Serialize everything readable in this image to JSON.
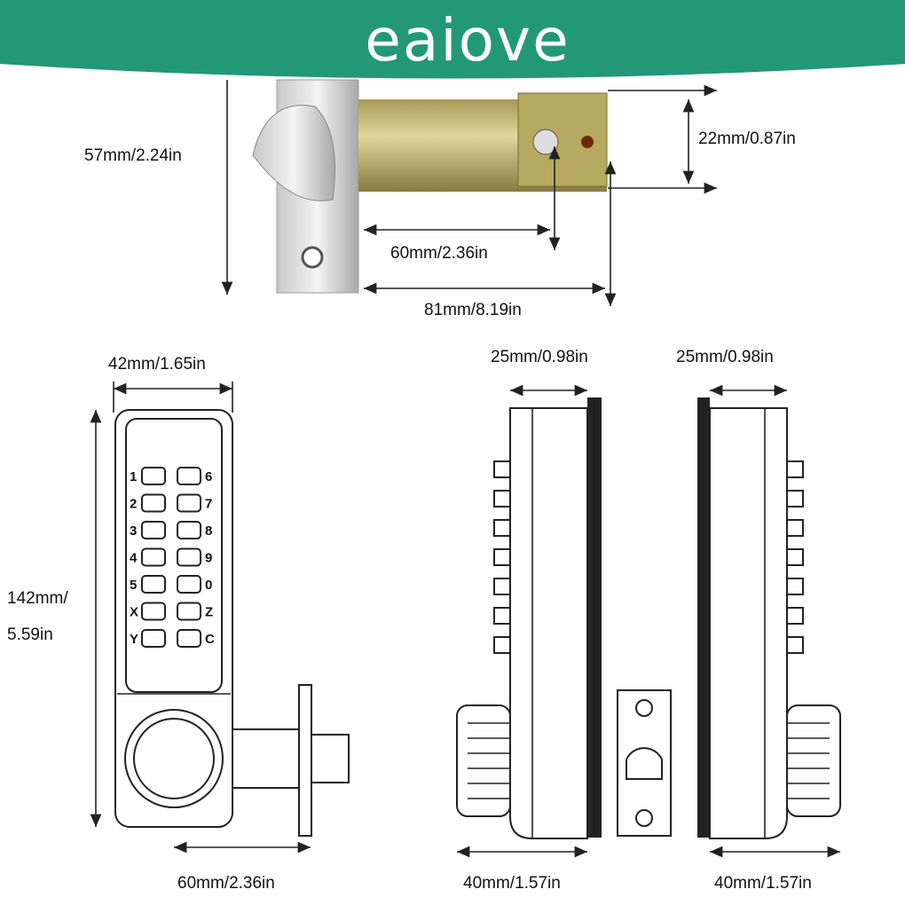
{
  "brand": {
    "name": "eaiove",
    "color": "#239877"
  },
  "top_photo": {
    "height_label": "57mm/2.24in",
    "bolt_height_label": "22mm/0.87in",
    "backset_label": "60mm/2.36in",
    "length_label": "81mm/8.19in"
  },
  "front_view": {
    "width_label": "42mm/1.65in",
    "height_label_line1": "142mm/",
    "height_label_line2": "5.59in",
    "backset_label": "60mm/2.36in",
    "keys_left": [
      "1",
      "2",
      "3",
      "4",
      "5",
      "X",
      "Y"
    ],
    "keys_right": [
      "6",
      "7",
      "8",
      "9",
      "0",
      "Z",
      "C"
    ]
  },
  "side_view_left": {
    "thickness_label": "25mm/0.98in",
    "knob_label": "40mm/1.57in"
  },
  "side_view_right": {
    "thickness_label": "25mm/0.98in",
    "knob_label": "40mm/1.57in"
  }
}
